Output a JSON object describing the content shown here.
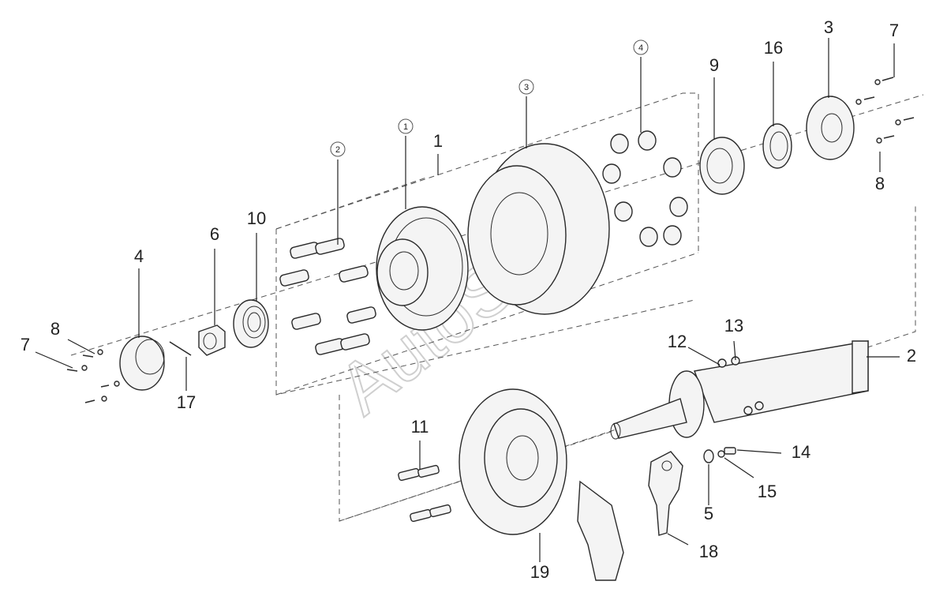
{
  "watermark": "AutoSoft",
  "labels": {
    "p1": "1",
    "p2": "2",
    "p3": "3",
    "p4": "4",
    "p5": "5",
    "p6": "6",
    "p7a": "7",
    "p7b": "7",
    "p8a": "8",
    "p8b": "8",
    "p9": "9",
    "p10": "10",
    "p11": "11",
    "p12": "12",
    "p13": "13",
    "p14": "14",
    "p15": "15",
    "p16": "16",
    "p17": "17",
    "p18": "18",
    "p19": "19"
  },
  "circled": {
    "c1": "1",
    "c2": "2",
    "c3": "3",
    "c4": "4"
  }
}
